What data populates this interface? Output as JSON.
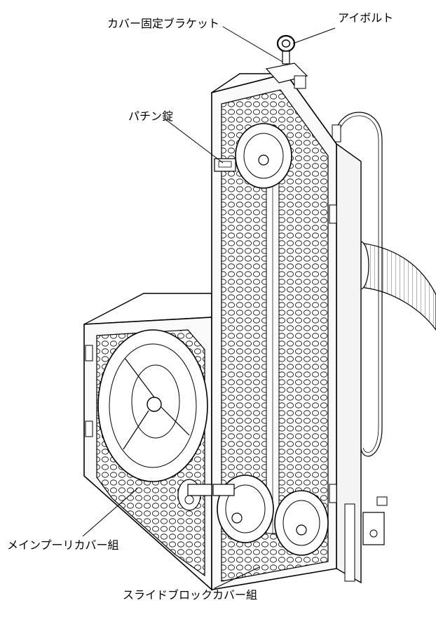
{
  "labels": {
    "eyebolt": "アイボルト",
    "cover_bracket": "カバー固定ブラケット",
    "patchin_lock": "パチン錠",
    "main_pulley_cover": "メインプーリカバー組",
    "slide_block_cover": "スライドブロックカバー組"
  },
  "colors": {
    "line": "#000000",
    "background": "#ffffff",
    "panel": "#f4f4f4"
  }
}
